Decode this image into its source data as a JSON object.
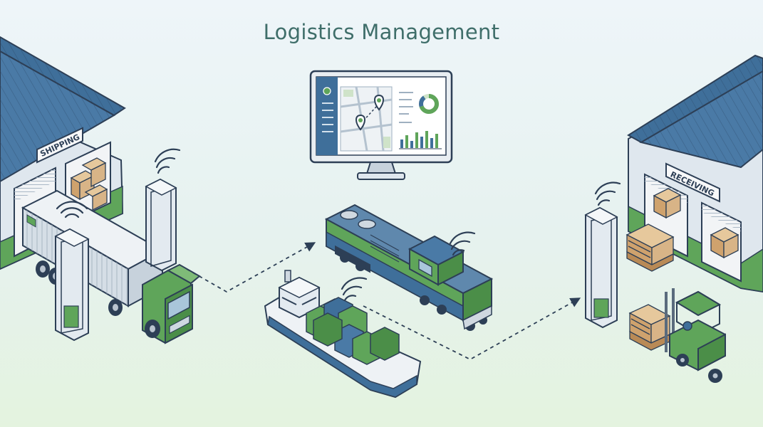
{
  "title": "Logistics Management",
  "labels": {
    "shipping": "SHIPPING",
    "receiving": "RECEIVING"
  },
  "icons": [
    "wifi-signal-icon",
    "map-pin-icon",
    "donut-chart-icon",
    "bar-chart-icon",
    "dashed-arrow-icon"
  ],
  "colors": {
    "roof": "#3f6f9a",
    "green": "#5fa55a",
    "dark_green": "#2f6e3d",
    "outline": "#2d3f56",
    "wall": "#dde6ee",
    "wood": "#d8b487",
    "title": "#3f6e6a"
  }
}
